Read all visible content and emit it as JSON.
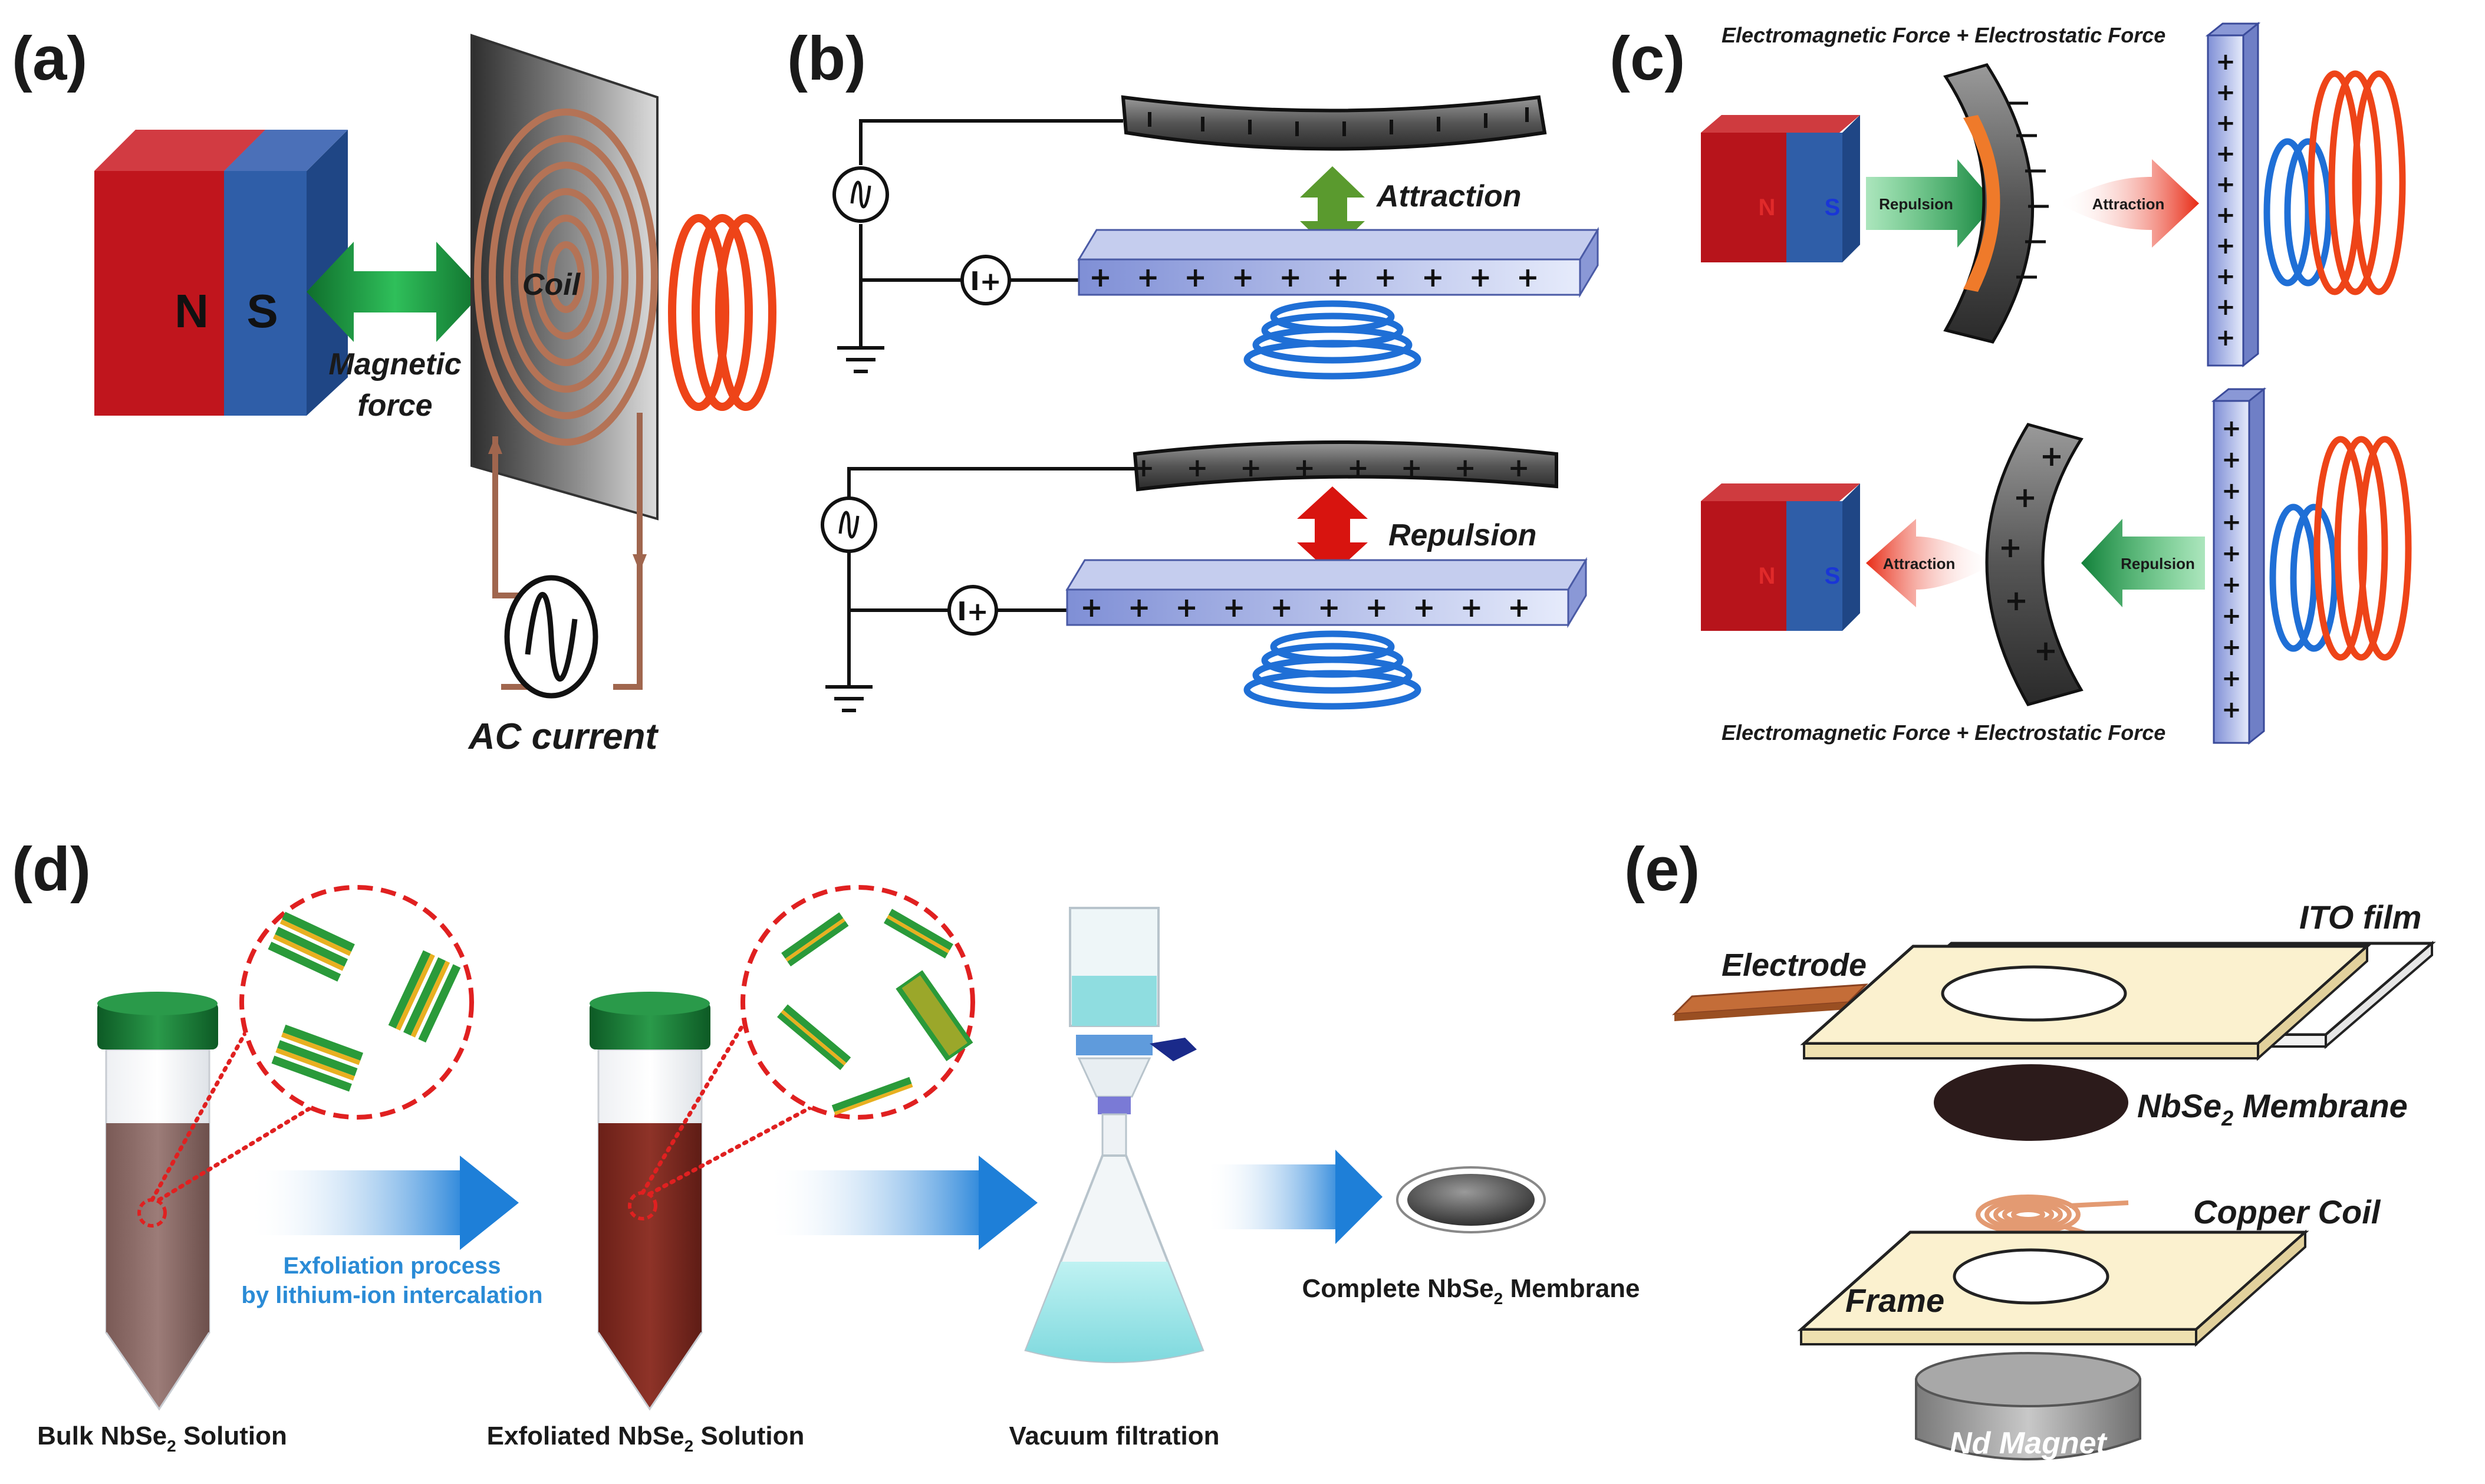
{
  "panels": {
    "a": {
      "label": "(a)",
      "magnet_n": "N",
      "magnet_s": "S",
      "force_line1": "Magnetic",
      "force_line2": "force",
      "coil": "Coil",
      "ac": "AC current"
    },
    "b": {
      "label": "(b)",
      "attraction": "Attraction",
      "repulsion": "Repulsion",
      "source_symbol": "I+"
    },
    "c": {
      "label": "(c)",
      "top_caption": "Electromagnetic Force + Electrostatic Force",
      "bottom_caption": "Electromagnetic Force + Electrostatic Force",
      "top_left_arrow": "Repulsion",
      "top_right_arrow": "Attraction",
      "bottom_left_arrow": "Attraction",
      "bottom_right_arrow": "Repulsion",
      "magnet_n": "N",
      "magnet_s": "S"
    },
    "d": {
      "label": "(d)",
      "bulk_pre": "Bulk NbSe",
      "bulk_post": " Solution",
      "exfoliated_pre": "Exfoliated NbSe",
      "exfoliated_post": " Solution",
      "vacuum": "Vacuum filtration",
      "complete_pre": "Complete NbSe",
      "complete_post": " Membrane",
      "process_line1": "Exfoliation process",
      "process_line2": "by lithium-ion intercalation",
      "subscript": "2"
    },
    "e": {
      "label": "(e)",
      "ito": "ITO film",
      "electrode": "Electrode",
      "membrane_pre": "NbSe",
      "membrane_post": " Membrane",
      "copper": "Copper Coil",
      "frame": "Frame",
      "magnet": "Nd Magnet",
      "subscript": "2"
    }
  },
  "colors": {
    "magnet_red": "#c0151d",
    "magnet_blue": "#2f5ea8",
    "green_arrow": "#1f9e4a",
    "red_arrow": "#e03018",
    "coil_copper": "#c8856a",
    "blue_coil": "#1f6fd6",
    "orange_coil": "#ee4418",
    "electrode_blue": "#aab6e6",
    "bulk_solution": "#8a6a66",
    "exfoliated_solution": "#7d2b23",
    "cap_green": "#1a7a35",
    "frame_cream": "#fbf1cf",
    "membrane_dark": "#2c1b1b",
    "caption_blue": "#2a8bd6"
  }
}
